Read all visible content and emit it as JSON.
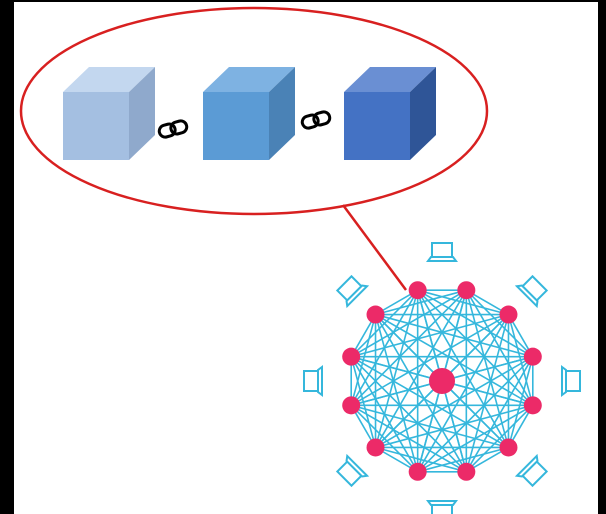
{
  "diagram": {
    "blocks": [
      {
        "name": "block-1",
        "front": "#a4bfe1",
        "top": "#c3d7ef",
        "side": "#8fa9cc"
      },
      {
        "name": "block-2",
        "front": "#5b9bd5",
        "top": "#7eb2e2",
        "side": "#4a82b6"
      },
      {
        "name": "block-3",
        "front": "#4472c4",
        "top": "#6a8fd3",
        "side": "#2f5597"
      }
    ],
    "link_icon": "chain-link-icon",
    "callout": {
      "ellipse_color": "#d82020",
      "connector_color": "#d82020"
    },
    "network": {
      "edge_color": "#35b7dc",
      "node_color": "#ec2a68",
      "device_icon": "laptop-icon",
      "device_color": "#35b7dc",
      "peer_count": 12,
      "device_count": 8
    }
  }
}
